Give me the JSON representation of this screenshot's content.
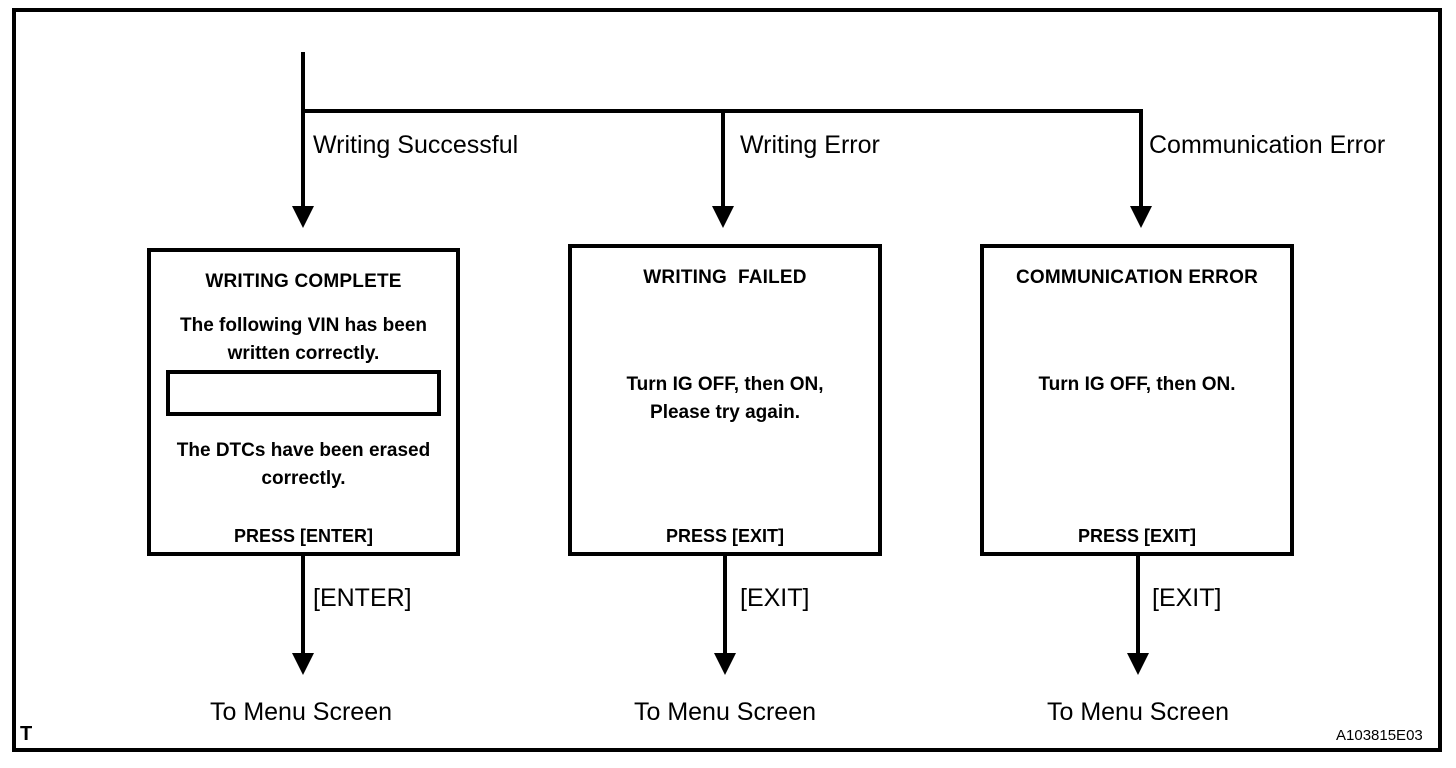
{
  "figure": {
    "id_code": "A103815E03",
    "corner_mark": "T"
  },
  "flow": {
    "branches": [
      {
        "label": "Writing Successful"
      },
      {
        "label": "Writing Error"
      },
      {
        "label": "Communication Error"
      }
    ],
    "exits": [
      {
        "key_label": "[ENTER]",
        "terminal": "To Menu Screen"
      },
      {
        "key_label": "[EXIT]",
        "terminal": "To Menu Screen"
      },
      {
        "key_label": "[EXIT]",
        "terminal": "To Menu Screen"
      }
    ]
  },
  "screens": [
    {
      "title": "WRITING COMPLETE",
      "body_top": "The following VIN has been\nwritten correctly.",
      "vin_field_value": "",
      "body_bottom": "The DTCs have been erased\ncorrectly.",
      "footer": "PRESS [ENTER]"
    },
    {
      "title": "WRITING  FAILED",
      "body_middle": "Turn IG OFF, then ON,\nPlease try again.",
      "footer": "PRESS [EXIT]"
    },
    {
      "title": "COMMUNICATION ERROR",
      "body_middle": "Turn IG OFF, then ON.",
      "footer": "PRESS [EXIT]"
    }
  ]
}
